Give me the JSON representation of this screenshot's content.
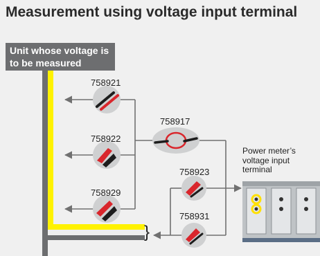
{
  "title": "Measurement using voltage input terminal",
  "unit_box": "Unit whose voltage is to be measured",
  "products": {
    "p1": "758921",
    "p2": "758922",
    "p3": "758929",
    "p4": "758917",
    "p5": "758923",
    "p6": "758931"
  },
  "power_meter_label": "Power meter’s voltage input terminal",
  "bracket_glyph": "}",
  "colors": {
    "background": "#f0f0f0",
    "title_text": "#2a2a2a",
    "unit_box": "#6d6e70",
    "unit_text": "#ffffff",
    "bar_gray": "#6d6e70",
    "bar_yellow": "#fff200",
    "line": "#707070",
    "accessory_circle": "#cfd0d1",
    "probe_red": "#d9262c",
    "probe_black": "#1d1d1d",
    "highlight": "#ffe000",
    "instrument": "#bfc3c6"
  },
  "icons": {
    "arrow": "arrow-left-icon",
    "accessory": "test-lead-icon",
    "instrument": "power-meter-icon"
  }
}
